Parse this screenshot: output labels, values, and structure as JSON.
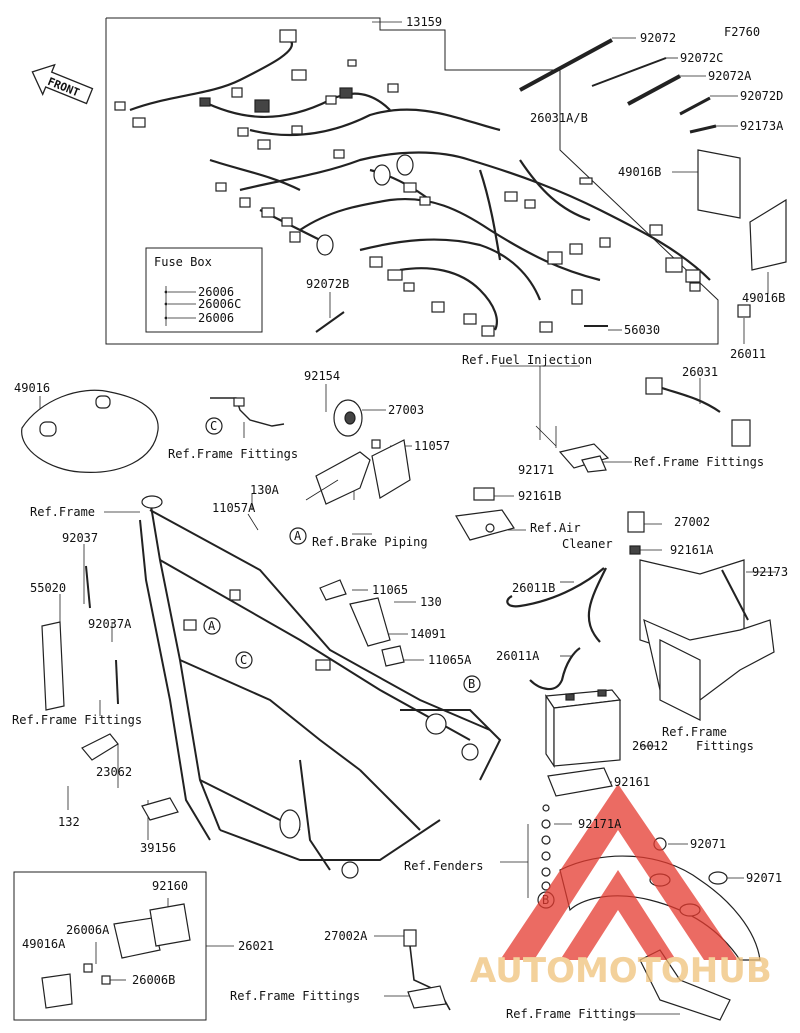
{
  "diagram_code": "F2760",
  "front_label": "FRONT",
  "fuse_box_title": "Fuse Box",
  "watermark": "AUTOMOTOHUB",
  "labels": {
    "l13159": "13159",
    "l92072": "92072",
    "l92072C": "92072C",
    "l92072A": "92072A",
    "l92072D": "92072D",
    "l92173A": "92173A",
    "l26031AB": "26031A/B",
    "l49016B_top": "49016B",
    "l49016B_side": "49016B",
    "l26011": "26011",
    "l56030": "56030",
    "l92072B": "92072B",
    "l26006_a": "26006",
    "l26006C": "26006C",
    "l26006_b": "26006",
    "l49016": "49016",
    "l92154": "92154",
    "l27003": "27003",
    "l11057": "11057",
    "l92171": "92171",
    "l26031": "26031",
    "l130A": "130A",
    "l11057A": "11057A",
    "lRefFrame": "Ref.Frame",
    "l92037": "92037",
    "l55020": "55020",
    "l92037A": "92037A",
    "lRefFrameFittings1": "Ref.Frame Fittings",
    "lRefFrameFittings2": "Ref.Frame Fittings",
    "lRefFrameFittings3": "Ref.Frame Fittings",
    "lRefFrameFittingsA": "Ref.Frame",
    "lRefFrameFittingsB": "Fittings",
    "lRefFrameFittings4": "Ref.Frame Fittings",
    "lRefFrameFittings5": "Ref.Frame Fittings",
    "lRefBrakePiping": "Ref.Brake Piping",
    "lRefFuelInjection": "Ref.Fuel Injection",
    "l92161B": "92161B",
    "lRefAir1": "Ref.Air",
    "lRefAir2": "Cleaner",
    "l27002": "27002",
    "l92161A": "92161A",
    "l92173": "92173",
    "l11065": "11065",
    "l130": "130",
    "l14091": "14091",
    "l11065A": "11065A",
    "l26011B": "26011B",
    "l26011A": "26011A",
    "l26012": "26012",
    "l92161": "92161",
    "l23062": "23062",
    "l132": "132",
    "l39156": "39156",
    "l92171A": "92171A",
    "l92071_a": "92071",
    "l92071_b": "92071",
    "lRefFenders": "Ref.Fenders",
    "l92160": "92160",
    "l26006A": "26006A",
    "l49016A": "49016A",
    "l26006B": "26006B",
    "l26021": "26021",
    "l27002A": "27002A",
    "cA1": "A",
    "cA2": "A",
    "cB1": "B",
    "cB2": "B",
    "cC1": "C",
    "cC2": "C"
  },
  "colors": {
    "watermark_red": "#e53a2f",
    "watermark_text": "#f0c27a"
  }
}
